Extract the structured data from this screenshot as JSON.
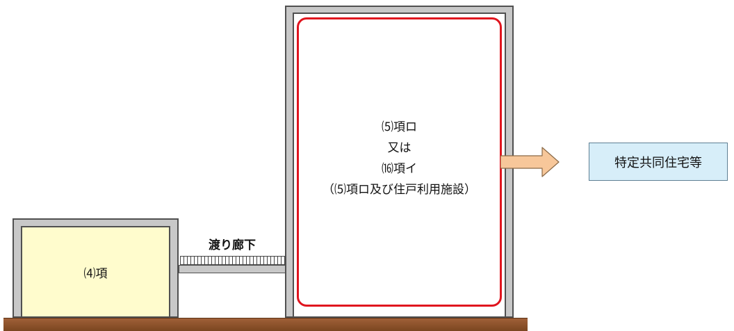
{
  "building_4": {
    "label": "⑷項"
  },
  "corridor": {
    "label": "渡り廊下"
  },
  "building_5": {
    "lines": [
      "⑸項ロ",
      "又は",
      "⒃項イ",
      "（⑸項ロ及び住戸利用施設）"
    ]
  },
  "result": {
    "label": "特定共同住宅等"
  },
  "colors": {
    "frame_red": "#e0141e",
    "building_4_fill": "#fffccd",
    "arrow_fill": "#f7c79a",
    "result_fill": "#d7eef9",
    "ground": "#8b5530"
  }
}
